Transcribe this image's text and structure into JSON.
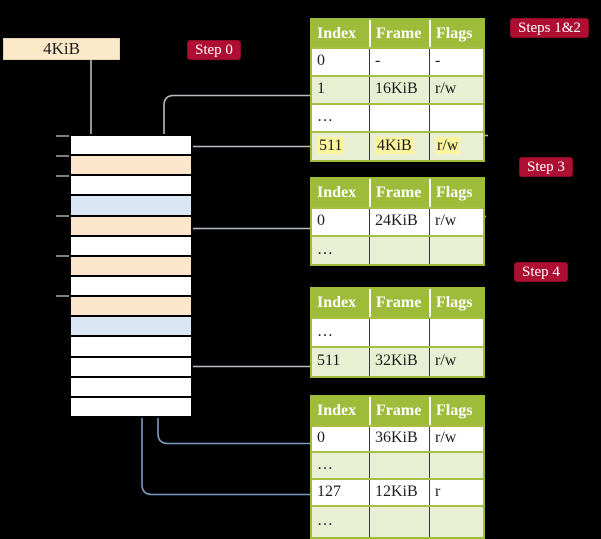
{
  "legend": {
    "label": "4KiB"
  },
  "steps": {
    "step0": "Step 0",
    "steps12": "Steps 1&2",
    "step3": "Step 3",
    "step4": "Step 4"
  },
  "page_tables": {
    "headers": [
      "Index",
      "Frame",
      "Flags"
    ],
    "tables": [
      {
        "name": "page-table-steps-1-2",
        "rows": [
          {
            "cells": [
              "0",
              "-",
              "-"
            ],
            "shaded": false,
            "highlight": false
          },
          {
            "cells": [
              "1",
              "16KiB",
              "r/w"
            ],
            "shaded": true,
            "highlight": false
          },
          {
            "cells": [
              "…",
              "",
              ""
            ],
            "shaded": false,
            "highlight": false
          },
          {
            "cells": [
              "511",
              "4KiB",
              "r/w"
            ],
            "shaded": true,
            "highlight": true
          }
        ]
      },
      {
        "name": "page-table-step-3",
        "rows": [
          {
            "cells": [
              "0",
              "24KiB",
              "r/w"
            ],
            "shaded": false,
            "highlight": false
          },
          {
            "cells": [
              "…",
              "",
              ""
            ],
            "shaded": true,
            "highlight": false
          }
        ]
      },
      {
        "name": "page-table-step-4",
        "rows": [
          {
            "cells": [
              "…",
              "",
              ""
            ],
            "shaded": false,
            "highlight": false
          },
          {
            "cells": [
              "511",
              "32KiB",
              "r/w"
            ],
            "shaded": true,
            "highlight": false
          }
        ]
      },
      {
        "name": "page-table-final",
        "rows": [
          {
            "cells": [
              "0",
              "36KiB",
              "r/w"
            ],
            "shaded": false,
            "highlight": false
          },
          {
            "cells": [
              "…",
              "",
              ""
            ],
            "shaded": true,
            "highlight": false
          },
          {
            "cells": [
              "127",
              "12KiB",
              "r"
            ],
            "shaded": false,
            "highlight": false
          },
          {
            "cells": [
              "…",
              "",
              ""
            ],
            "shaded": true,
            "highlight": false
          }
        ]
      }
    ]
  },
  "memory": {
    "rows": [
      "plain",
      "table",
      "plain",
      "page",
      "table",
      "plain",
      "table",
      "plain",
      "table",
      "page",
      "plain",
      "plain",
      "plain",
      "plain"
    ],
    "tick_count": 6
  },
  "colors": {
    "background": "#000000",
    "table_header_green": "#9fbb3a",
    "table_row_green": "#e9efd2",
    "row_highlight_yellow": "#fdf49e",
    "memory_page_table_orange": "#fce5cb",
    "memory_mapped_page_blue": "#dae6f4",
    "step_label_red": "#ae0e32",
    "legend_box_cream": "#faeaca",
    "connector_gray": "#b7bcc3",
    "connector_blue": "#7e98c4"
  }
}
